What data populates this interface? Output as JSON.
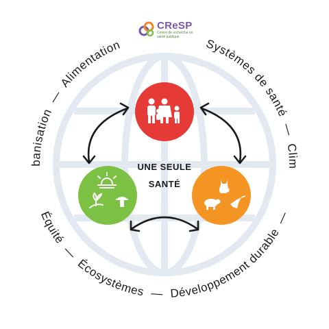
{
  "logo": {
    "name": "CReSP",
    "subtitle": "Centre de recherche en santé publique"
  },
  "center": {
    "line1": "UNE SEULE",
    "line2": "SANTÉ"
  },
  "ring_text": {
    "top_left": "Alimentation",
    "left": "Urbanisation",
    "left_lower": "Équité",
    "top_right": "Systèmes de santé",
    "right": "Climat",
    "bottom_right": "Développement durable",
    "bottom_left": "Écosystèmes",
    "separator": "—"
  },
  "circles": {
    "human": {
      "color": "#e63a36",
      "icon": "family-icon"
    },
    "environment": {
      "color": "#7cc144",
      "icon": "plant-mushroom-sun-icon"
    },
    "animal": {
      "color": "#f39423",
      "icon": "animals-icon"
    }
  },
  "colors": {
    "globe": "#e3e9f1",
    "text": "#1a1a1a",
    "logo_purple": "#7a55b0",
    "logo_orange": "#f0832b",
    "logo_green": "#5a8a3a"
  }
}
